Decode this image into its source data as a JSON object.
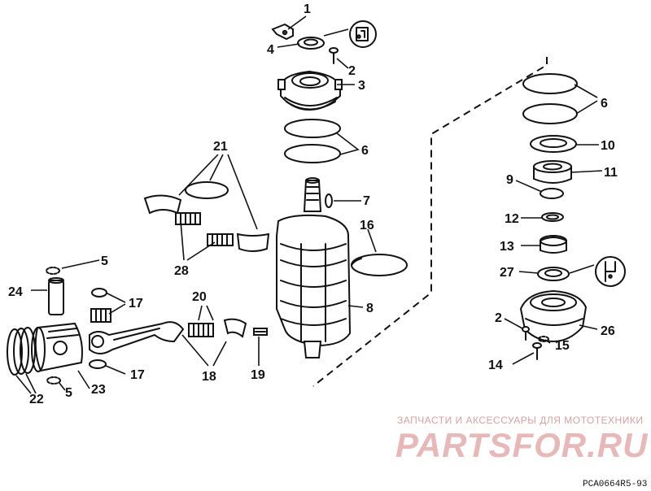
{
  "callouts": {
    "c1": "1",
    "c2a": "2",
    "c3": "3",
    "c4": "4",
    "c5a": "5",
    "c6a": "6",
    "c7": "7",
    "c8": "8",
    "c16": "16",
    "c17a": "17",
    "c17b": "17",
    "c18": "18",
    "c19": "19",
    "c20": "20",
    "c21": "21",
    "c22": "22",
    "c23": "23",
    "c24": "24",
    "c28": "28",
    "c5b": "5",
    "c6b": "6",
    "c10": "10",
    "c9": "9",
    "c11": "11",
    "c12": "12",
    "c13": "13",
    "c27": "27",
    "c2b": "2",
    "c26": "26",
    "c15": "15",
    "c14": "14"
  },
  "watermark": {
    "tagline": "ЗАПЧАСТИ И АКСЕССУАРЫ ДЛЯ МОТОТЕХНИКИ",
    "logo": "PARTSFOR.RU"
  },
  "footer": {
    "code": "PCA0664R",
    "page": "5-93"
  },
  "icons": {
    "top": "oil-can-icon",
    "right": "grease-icon"
  }
}
